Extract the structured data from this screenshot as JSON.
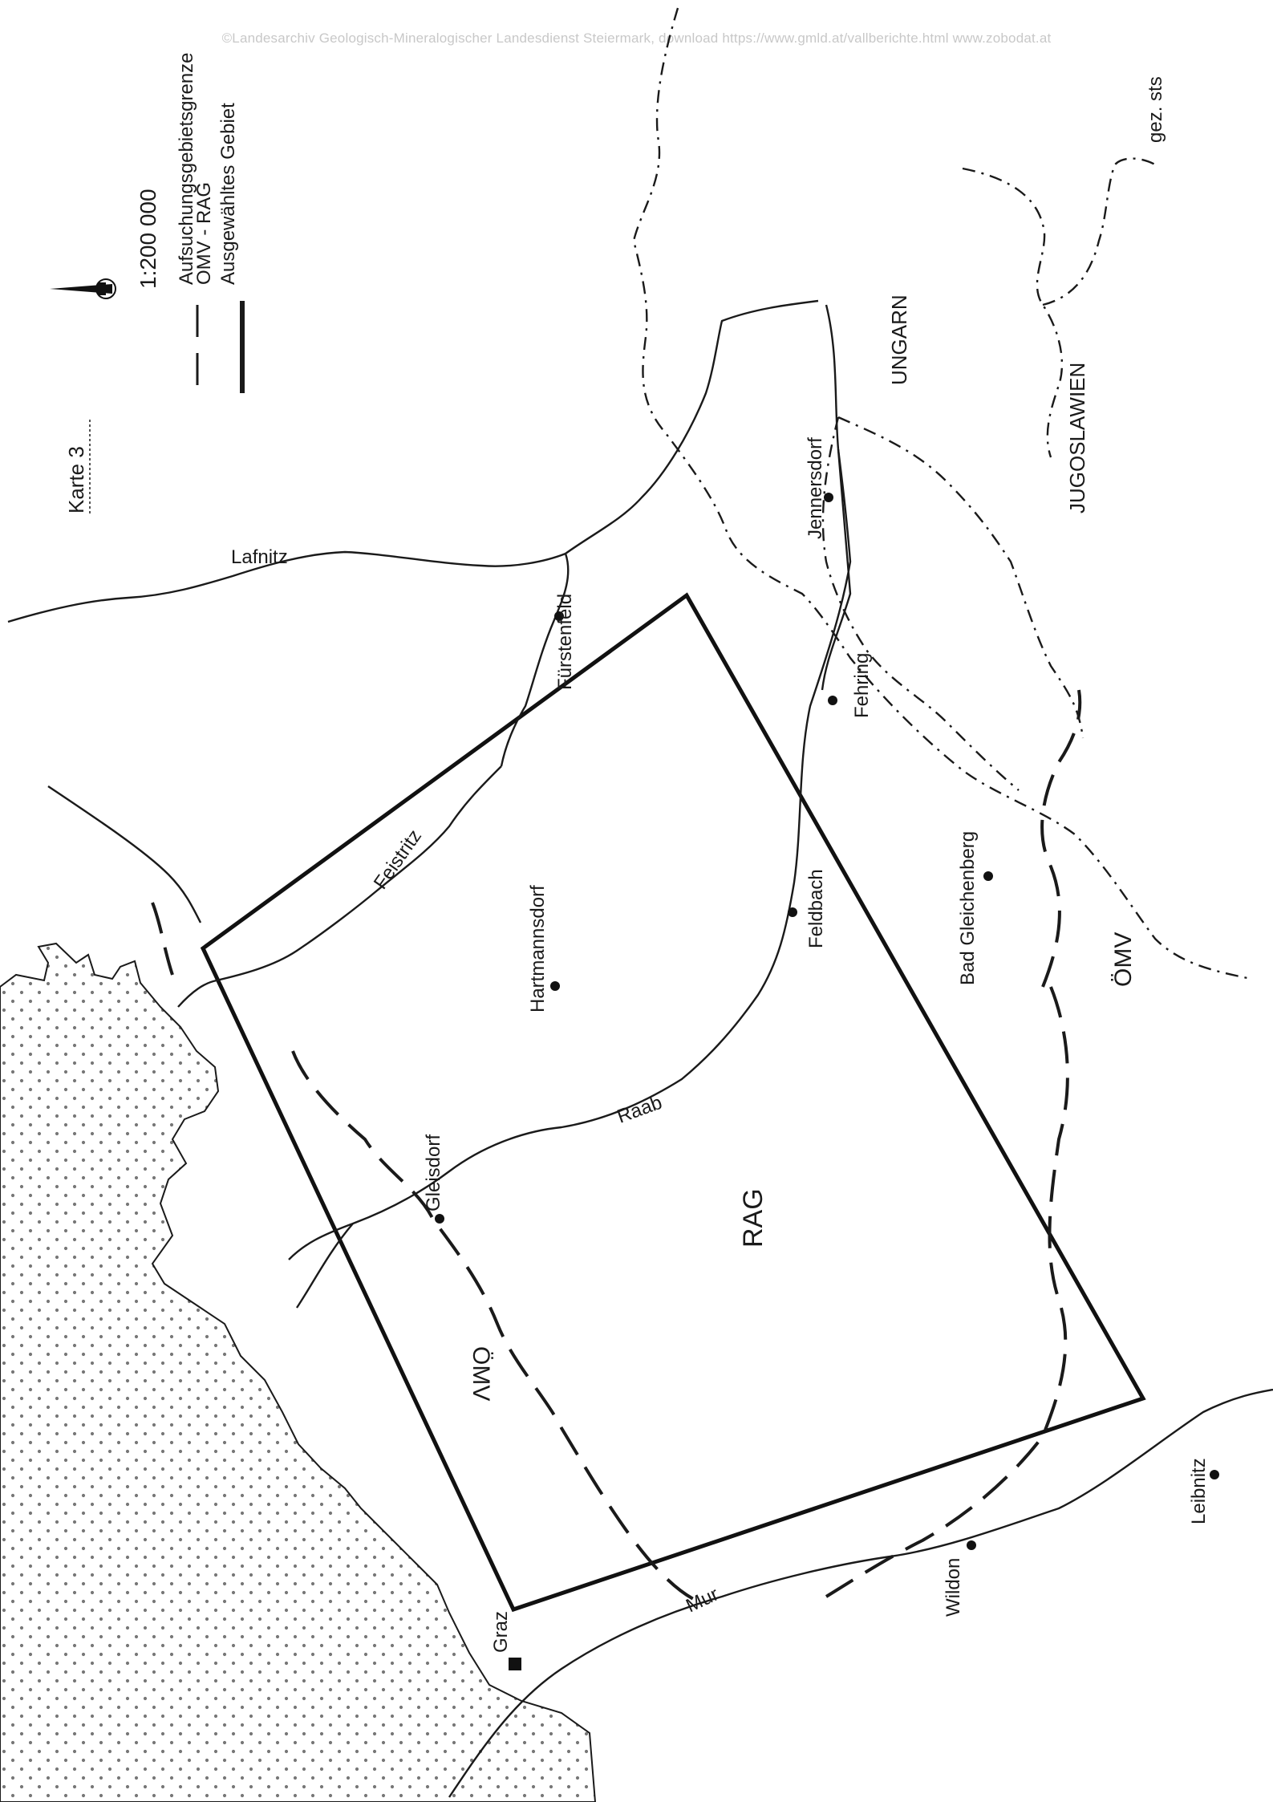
{
  "copyright": "©Landesarchiv Geologisch-Mineralogischer Landesdienst Steiermark, download https://www.gmld.at/vallberichte.html    www.zobodat.at",
  "map_title": "Karte 3",
  "scale": "1:200 000",
  "legend": [
    {
      "label": "Aufsuchungsgebietsgrenze OMV - RAG",
      "line": "dashed"
    },
    {
      "label": "Ausgewähltes Gebiet",
      "line": "thick"
    }
  ],
  "legend_lines": [
    "Aufsuchungsgebietsgrenze",
    "OMV - RAG",
    "Ausgewähltes Gebiet"
  ],
  "draftsman": "gez. sts",
  "countries": {
    "hungary": "UNGARN",
    "yugoslavia": "JUGOSLAWIEN"
  },
  "concession_areas": {
    "omv_east": "ÖMV",
    "omv_west": "ÖMV",
    "rag": "RAG"
  },
  "rivers": {
    "lafnitz": "Lafnitz",
    "feistritz": "Feistritz",
    "raab": "Raab",
    "mur": "Mur"
  },
  "towns": {
    "graz": "Graz",
    "gleisdorf": "Gleisdorf",
    "hartmannsdorf": "Hartmannsdorf",
    "feldbach": "Feldbach",
    "fehring": "Fehring",
    "jennersdorf": "Jennersdorf",
    "fuerstenfeld": "Fürstenfeld",
    "bad_gleichenberg": "Bad Gleichenberg",
    "wildon": "Wildon",
    "leibnitz": "Leibnitz"
  },
  "colors": {
    "ink": "#1a1a1a",
    "stipple": "#7a7a7a",
    "watermark": "#c8c8c8"
  }
}
